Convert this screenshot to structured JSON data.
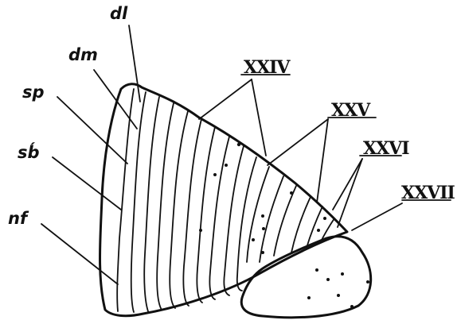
{
  "figure": {
    "side_labels": [
      {
        "id": "dl",
        "text": "dl"
      },
      {
        "id": "dm",
        "text": "dm"
      },
      {
        "id": "sp",
        "text": "sp"
      },
      {
        "id": "sb",
        "text": "sb́"
      },
      {
        "id": "nf",
        "text": "nf"
      }
    ],
    "segment_labels": [
      {
        "id": "xxiv",
        "text": "XXIV"
      },
      {
        "id": "xxv",
        "text": "XXV"
      },
      {
        "id": "xxvi",
        "text": "XXVI"
      },
      {
        "id": "xxvii",
        "text": "XXVII"
      }
    ],
    "colors": {
      "ink": "#111111",
      "paper": "#ffffff"
    }
  }
}
